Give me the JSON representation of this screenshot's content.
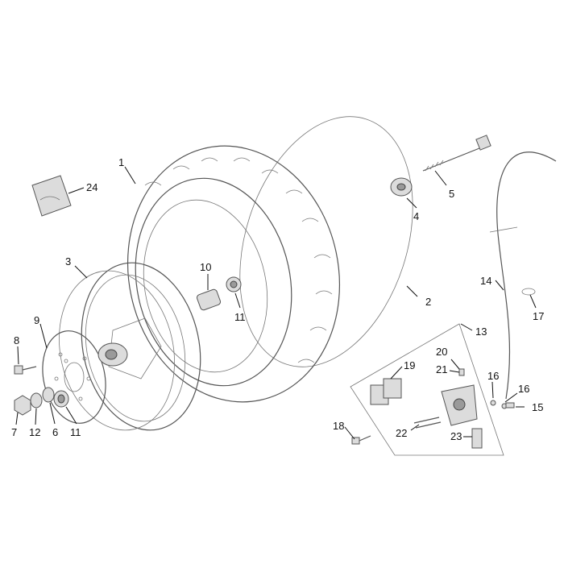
{
  "diagram": {
    "labels": [
      {
        "id": "p1",
        "text": "1"
      },
      {
        "id": "p2",
        "text": "2"
      },
      {
        "id": "p3",
        "text": "3"
      },
      {
        "id": "p4",
        "text": "4"
      },
      {
        "id": "p5",
        "text": "5"
      },
      {
        "id": "p6",
        "text": "6"
      },
      {
        "id": "p7",
        "text": "7"
      },
      {
        "id": "p8",
        "text": "8"
      },
      {
        "id": "p9",
        "text": "9"
      },
      {
        "id": "p10",
        "text": "10"
      },
      {
        "id": "p11a",
        "text": "11"
      },
      {
        "id": "p11b",
        "text": "11"
      },
      {
        "id": "p12",
        "text": "12"
      },
      {
        "id": "p13",
        "text": "13"
      },
      {
        "id": "p14",
        "text": "14"
      },
      {
        "id": "p15",
        "text": "15"
      },
      {
        "id": "p16a",
        "text": "16"
      },
      {
        "id": "p16b",
        "text": "16"
      },
      {
        "id": "p17",
        "text": "17"
      },
      {
        "id": "p18",
        "text": "18"
      },
      {
        "id": "p19",
        "text": "19"
      },
      {
        "id": "p20",
        "text": "20"
      },
      {
        "id": "p21",
        "text": "21"
      },
      {
        "id": "p22",
        "text": "22"
      },
      {
        "id": "p23",
        "text": "23"
      },
      {
        "id": "p24",
        "text": "24"
      }
    ]
  }
}
